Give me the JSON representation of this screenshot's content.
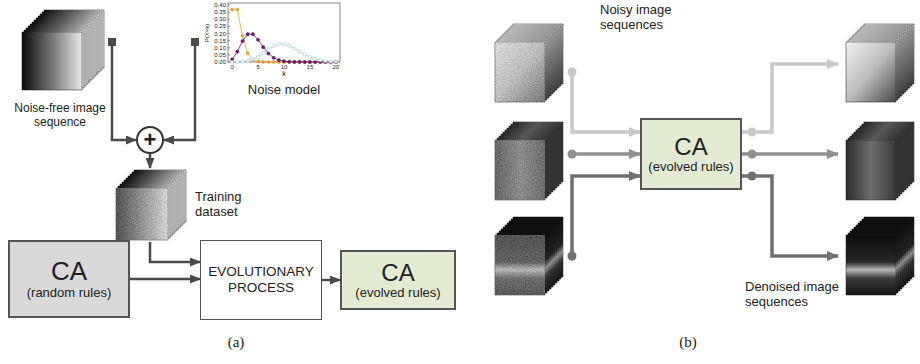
{
  "diagram": {
    "nodes": [
      {
        "text": [
          "Noise-free image sequence"
        ]
      },
      {
        "text": [
          "Noise model"
        ]
      },
      {
        "text": [
          "+"
        ]
      },
      {
        "text": [
          "Training dataset"
        ]
      },
      {
        "text": [
          "CA",
          "(random rules)"
        ]
      },
      {
        "text": [
          "EVOLUTIONARY PROCESS"
        ]
      },
      {
        "text": [
          "CA",
          "(evolved rules)"
        ]
      },
      {
        "text": [
          "CA",
          "(evolved rules)"
        ]
      }
    ],
    "edges": [
      {
        "from": 0,
        "to": 2,
        "arrow": "to"
      },
      {
        "from": 1,
        "to": 2,
        "arrow": "to"
      },
      {
        "from": 2,
        "to": 3,
        "arrow": "to"
      },
      {
        "from": 3,
        "to": 5,
        "arrow": "to"
      },
      {
        "from": 4,
        "to": 5,
        "arrow": "to"
      },
      {
        "from": 5,
        "to": 6,
        "arrow": "to"
      }
    ],
    "labels": [
      "0.40",
      "0.35",
      "0.30",
      "0.25",
      "0.20",
      "0.15",
      "0.10",
      "0.05",
      "0.00",
      "0",
      "5",
      "10",
      "15",
      "20",
      "k",
      "P(X=k)",
      "Noisy image sequences",
      "Denoised image sequences",
      "(a)",
      "(b)"
    ]
  }
}
